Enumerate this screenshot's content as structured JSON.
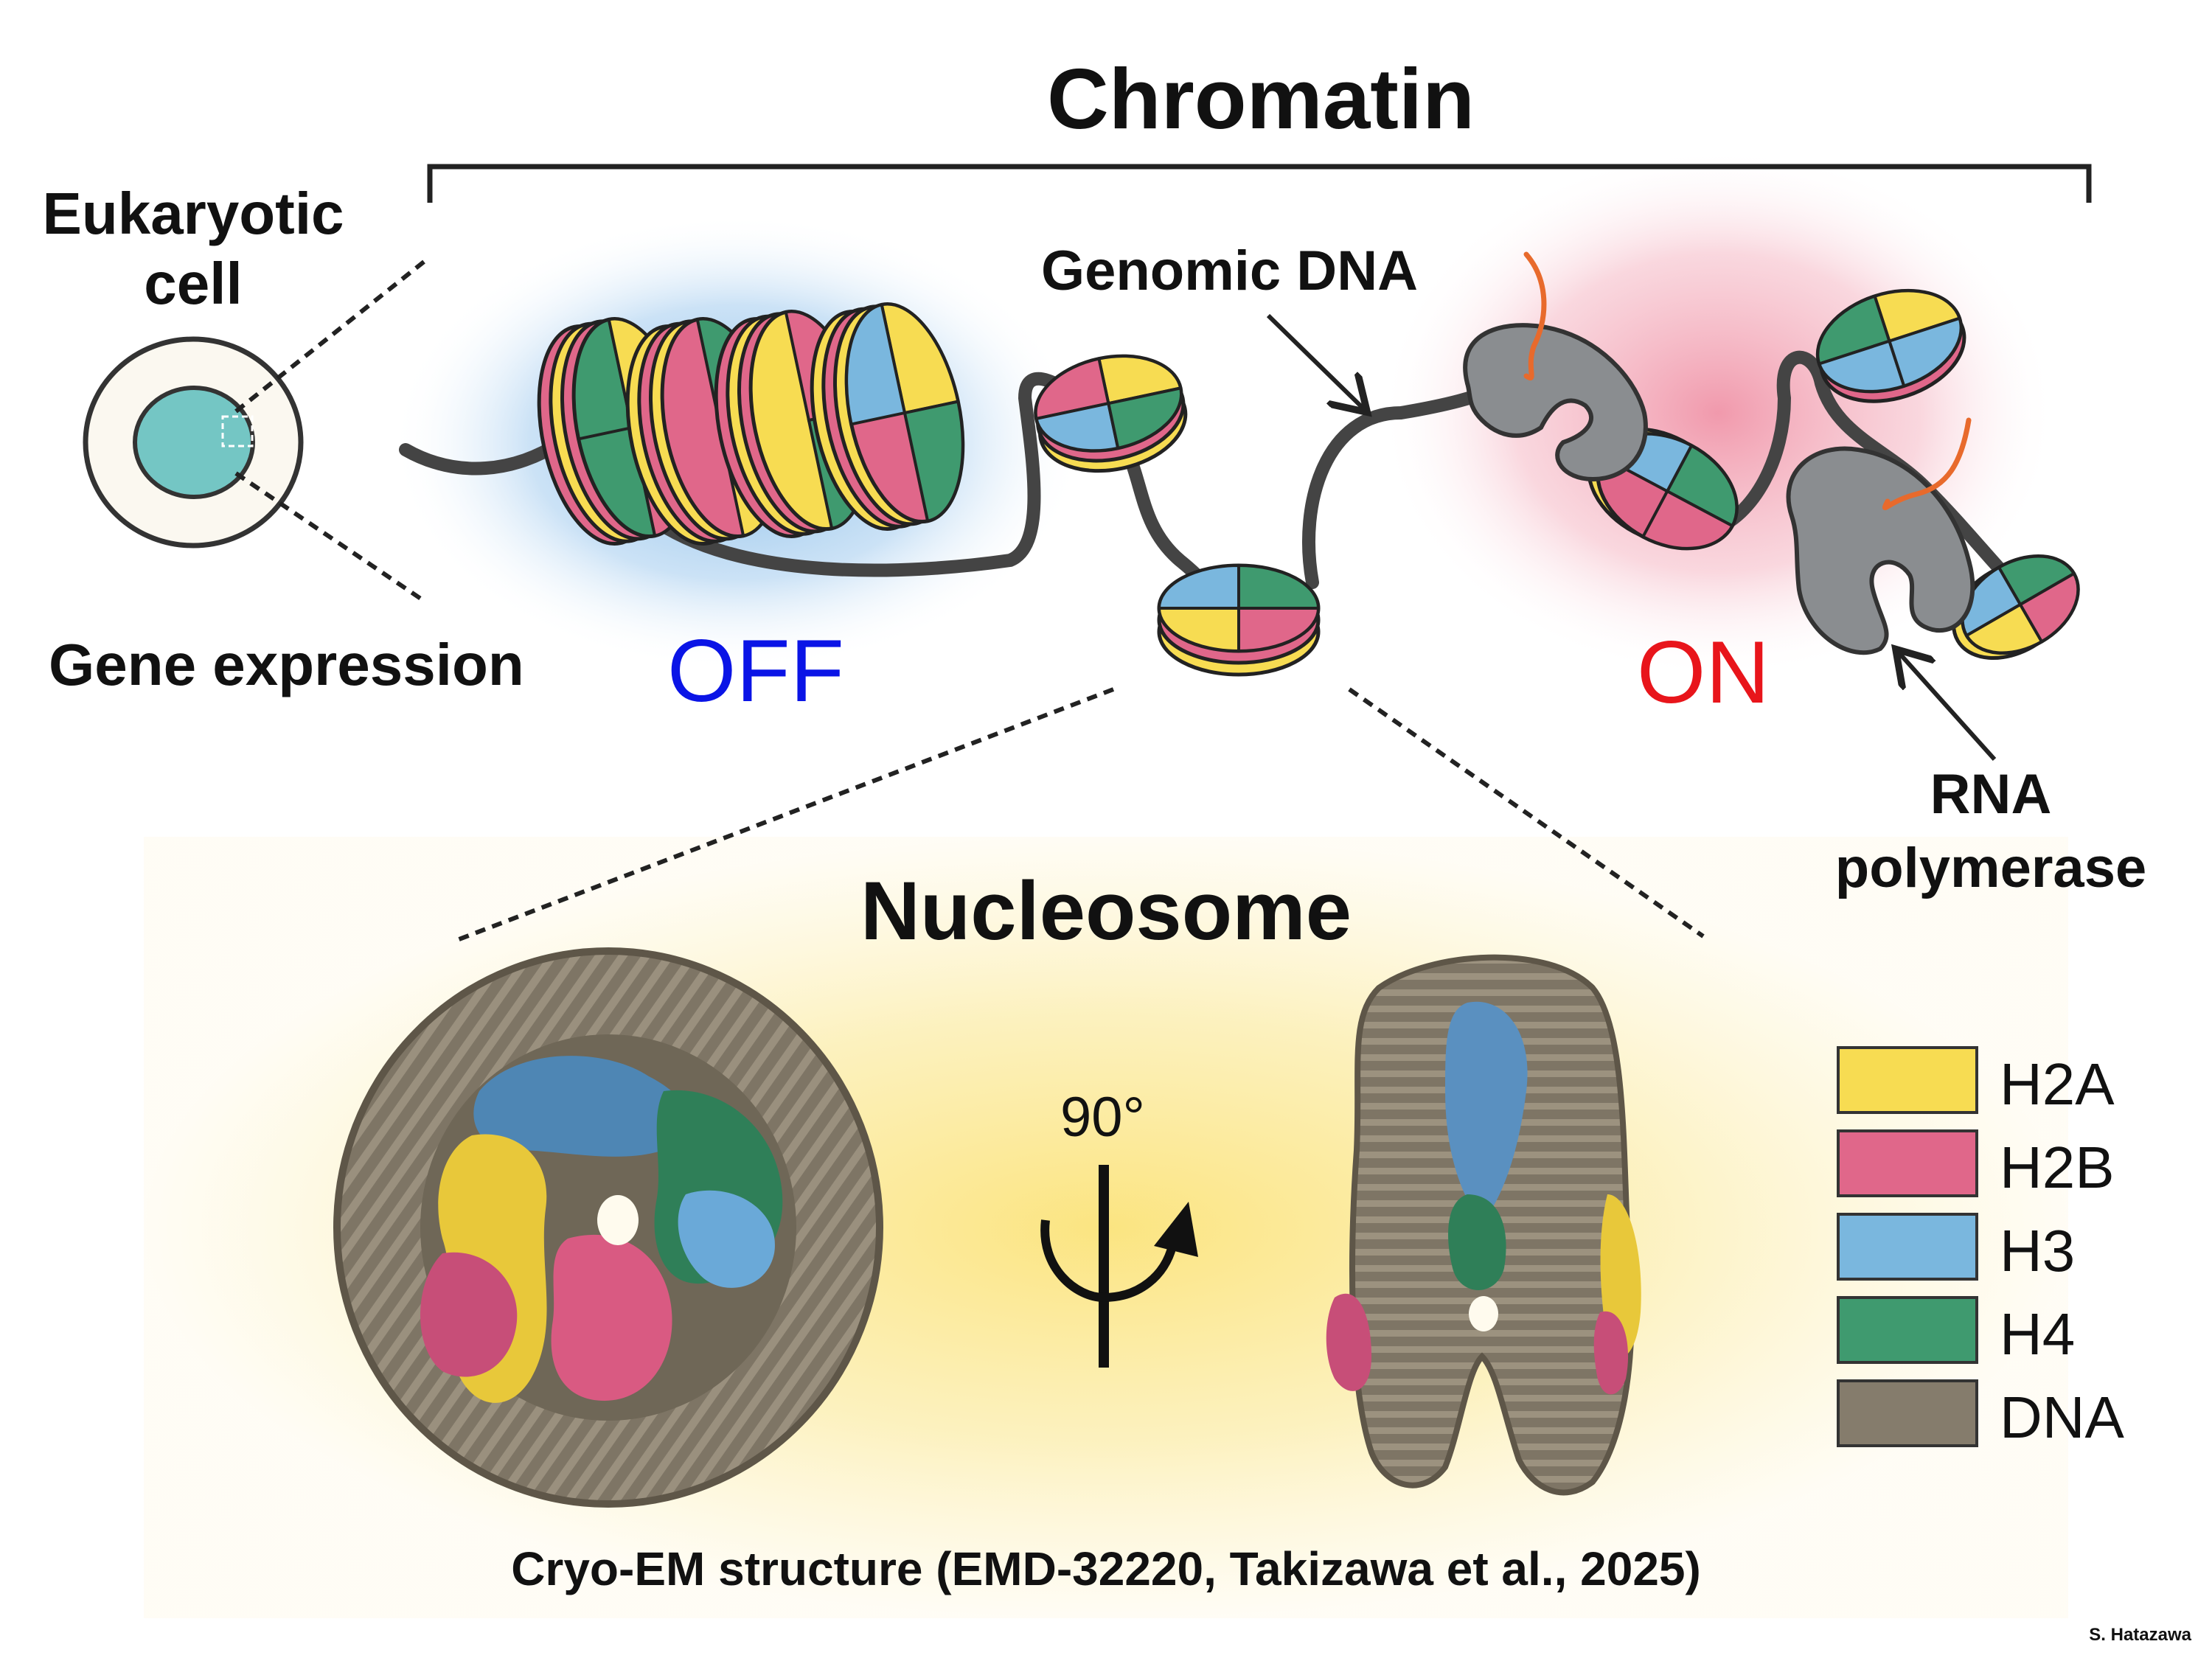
{
  "titles": {
    "chromatin": "Chromatin",
    "nucleosome": "Nucleosome"
  },
  "cell": {
    "line1": "Eukaryotic",
    "line2": "cell",
    "gene_expression": "Gene expression"
  },
  "states": {
    "off": "OFF",
    "on": "ON"
  },
  "annotations": {
    "genomic_dna": "Genomic DNA",
    "rna_line1": "RNA",
    "rna_line2": "polymerase",
    "rotation": "90°"
  },
  "caption": "Cryo-EM structure (EMD-32220, Takizawa et al., 2025)",
  "credit": "S. Hatazawa",
  "legend": [
    {
      "label": "H2A",
      "color": "#f7dc52"
    },
    {
      "label": "H2B",
      "color": "#e0678a"
    },
    {
      "label": "H3",
      "color": "#7ab7de"
    },
    {
      "label": "H4",
      "color": "#3f9a6f"
    },
    {
      "label": "DNA",
      "color": "#857c6c"
    }
  ],
  "colors": {
    "off": "#0a14e6",
    "on": "#e8151b",
    "nucleus": "#74c6c4",
    "polymerase": "#8a8d90",
    "rna": "#e86a2c"
  }
}
